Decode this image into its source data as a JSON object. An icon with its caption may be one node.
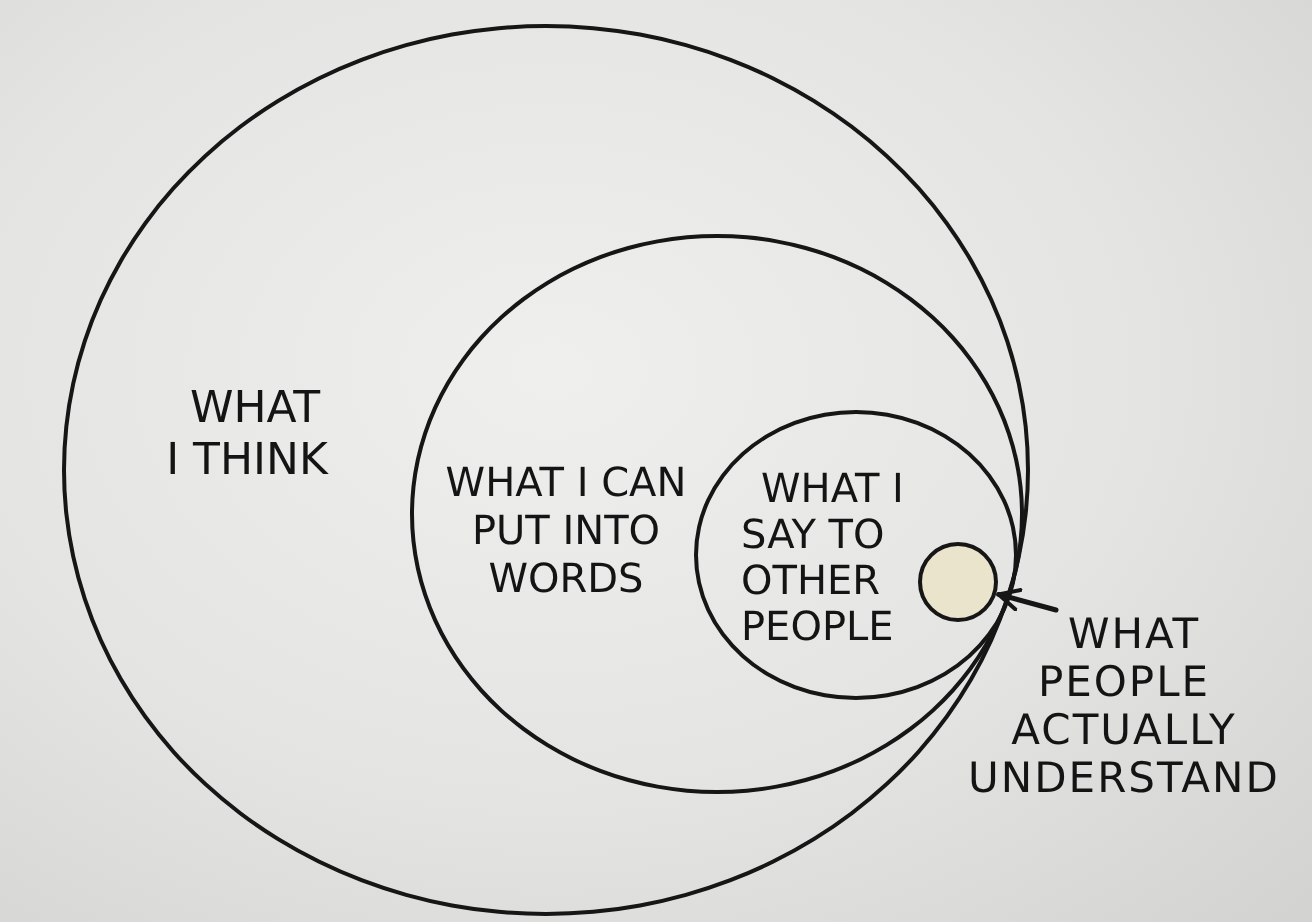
{
  "diagram": {
    "nodes": [
      {
        "text": [
          "WHAT I THINK"
        ]
      },
      {
        "text": [
          "WHAT I CAN PUT INTO WORDS"
        ],
        "in": 0
      },
      {
        "text": [
          "WHAT I SAY TO OTHER PEOPLE"
        ],
        "in": 1
      },
      {
        "text": [],
        "shape": "circle",
        "in": 2
      },
      {
        "text": [
          "WHAT PEOPLE ACTUALLY UNDERSTAND"
        ]
      }
    ],
    "edges": [
      {
        "from": 4,
        "to": 3,
        "arrow": "to"
      }
    ]
  }
}
